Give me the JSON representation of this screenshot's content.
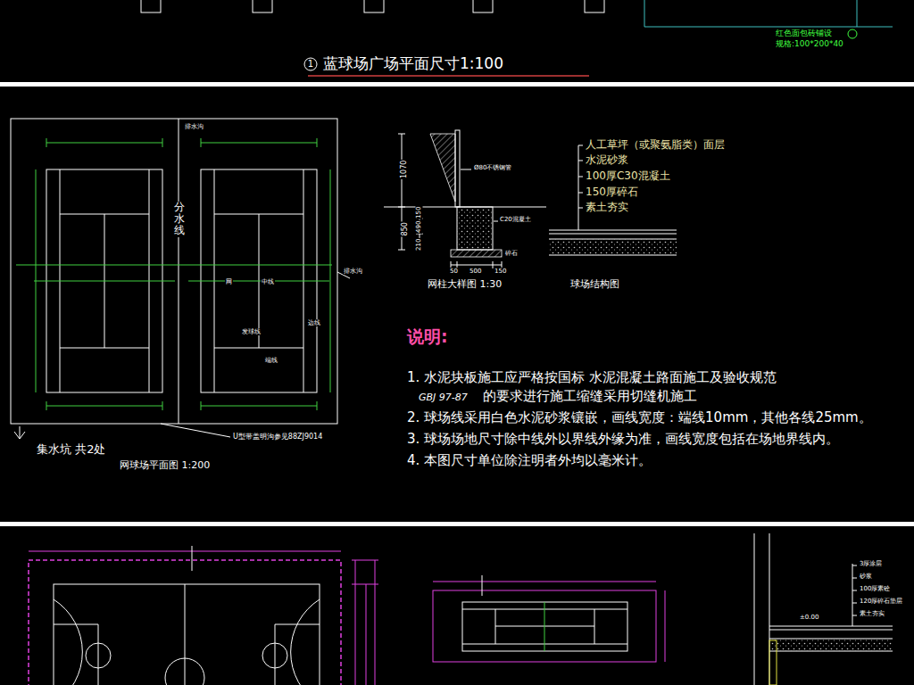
{
  "diagram": {
    "nodes": [
      {
        "text": [
          "1",
          "蓝球场广场平面尺寸1:100"
        ]
      }
    ],
    "labels": [
      "红色面包砖铺设",
      "规格:100*200*40",
      "排水沟",
      "分水线",
      "排水沟",
      "网",
      "中线",
      "发球线",
      "边线",
      "端线",
      "集水坑 共2处",
      "U型带盖明沟参见88ZJ9014",
      "网球场平面图 1:200",
      "Ø80不锈钢管",
      "C20混凝土",
      "碎石",
      "1070",
      "850",
      "210",
      "490",
      "150",
      "50",
      "500",
      "150",
      "网柱大样图 1:30",
      "人工草坪（或聚氨脂类）面层",
      "水泥砂浆",
      "100厚C30混凝土",
      "150厚碎石",
      "素土夯实",
      "球场结构图",
      "说明:",
      "1. 水泥块板施工应严格按国标 水泥混凝土路面施工及验收规范",
      "GBJ 97-87",
      "的要求进行施工缩缝采用切缝机施工",
      "2. 球场线采用白色水泥砂浆镶嵌，画线宽度：端线10mm，其他各线25mm。",
      "3. 球场场地尺寸除中线外以界线外缘为准，画线宽度包括在场地界线内。",
      "4. 本图尺寸单位除注明者外均以毫米计。",
      "3厚涂层",
      "砂浆",
      "100厚素砼",
      "120厚碎石垫层",
      "素土夯实",
      "±0.00"
    ]
  }
}
